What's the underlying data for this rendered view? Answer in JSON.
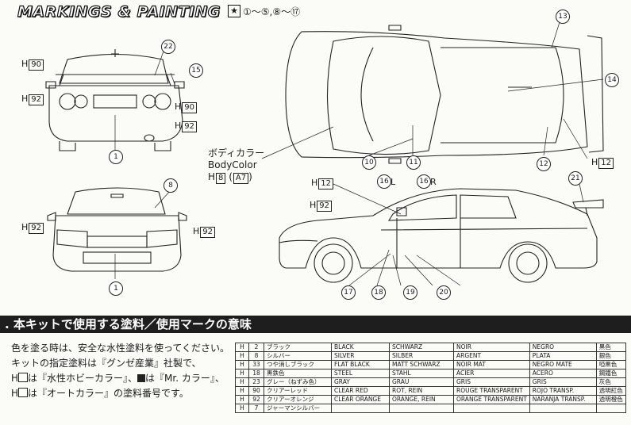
{
  "header": {
    "title": "MARKINGS & PAINTING",
    "star": "★",
    "range": "①～⑤,⑧～⑰"
  },
  "callouts": {
    "n1": "1",
    "n8": "8",
    "n10": "10",
    "n11": "11",
    "n12": "12",
    "n13": "13",
    "n14": "14",
    "n15": "15",
    "n16": "16",
    "n17": "17",
    "n18": "18",
    "n19": "19",
    "n20": "20",
    "n21": "21",
    "n22": "22",
    "n16L": "L",
    "n16R": "R"
  },
  "labels": {
    "h": "H",
    "b90": "90",
    "b92": "92",
    "b12": "12",
    "b8": "8",
    "a7": "A7"
  },
  "body_color": {
    "jp": "ボディカラー",
    "en": "BodyColor",
    "h": "H",
    "b8": "8",
    "paren_open": "(",
    "a7": "A7",
    "paren_close": ")"
  },
  "section": {
    "heading": ". 本キットで使用する塗料／使用マークの意味"
  },
  "paragraph": {
    "line1": "色を塗る時は、安全な水性塗料を使ってください。",
    "line2": "キットの指定塗料は『グンゼ産業』社製で、",
    "line3a": "は『水性ホビーカラー』、",
    "line3b": "は『Mr. カラー』、",
    "line4": "は『オートカラー』の塗料番号です。",
    "h": "H"
  },
  "paint_table": [
    {
      "h": "H",
      "num": "2",
      "jp": "ブラック",
      "en": "BLACK",
      "de": "SCHWARZ",
      "fr": "NOIR",
      "es": "NEGRO",
      "cn": "黒色"
    },
    {
      "h": "H",
      "num": "8",
      "jp": "シルバー",
      "en": "SILVER",
      "de": "SILBER",
      "fr": "ARGENT",
      "es": "PLATA",
      "cn": "銀色"
    },
    {
      "h": "H",
      "num": "33",
      "jp": "つや消しブラック",
      "en": "FLAT BLACK",
      "de": "MATT SCHWARZ",
      "fr": "NOIR MAT",
      "es": "NEGRO MATE",
      "cn": "啞黒色"
    },
    {
      "h": "H",
      "num": "18",
      "jp": "黒鉄色",
      "en": "STEEL",
      "de": "STAHL",
      "fr": "ACIER",
      "es": "ACERO",
      "cn": "鋼鐵色"
    },
    {
      "h": "H",
      "num": "23",
      "jp": "グレー（ねずみ色）",
      "en": "GRAY",
      "de": "GRAU",
      "fr": "GRIS",
      "es": "GRIS",
      "cn": "灰色"
    },
    {
      "h": "H",
      "num": "90",
      "jp": "クリアーレッド",
      "en": "CLEAR RED",
      "de": "ROT, REIN",
      "fr": "ROUGE TRANSPARENT",
      "es": "ROJO TRANSP.",
      "cn": "透明紅色"
    },
    {
      "h": "H",
      "num": "92",
      "jp": "クリアーオレンジ",
      "en": "CLEAR ORANGE",
      "de": "ORANGE, REIN",
      "fr": "ORANGE TRANSPARENT",
      "es": "NARANJA TRANSP.",
      "cn": "透明橙色"
    },
    {
      "h": "H",
      "num": "7",
      "jp": "ジャーマンシルバー",
      "en": "",
      "de": "",
      "fr": "",
      "es": "",
      "cn": ""
    }
  ]
}
